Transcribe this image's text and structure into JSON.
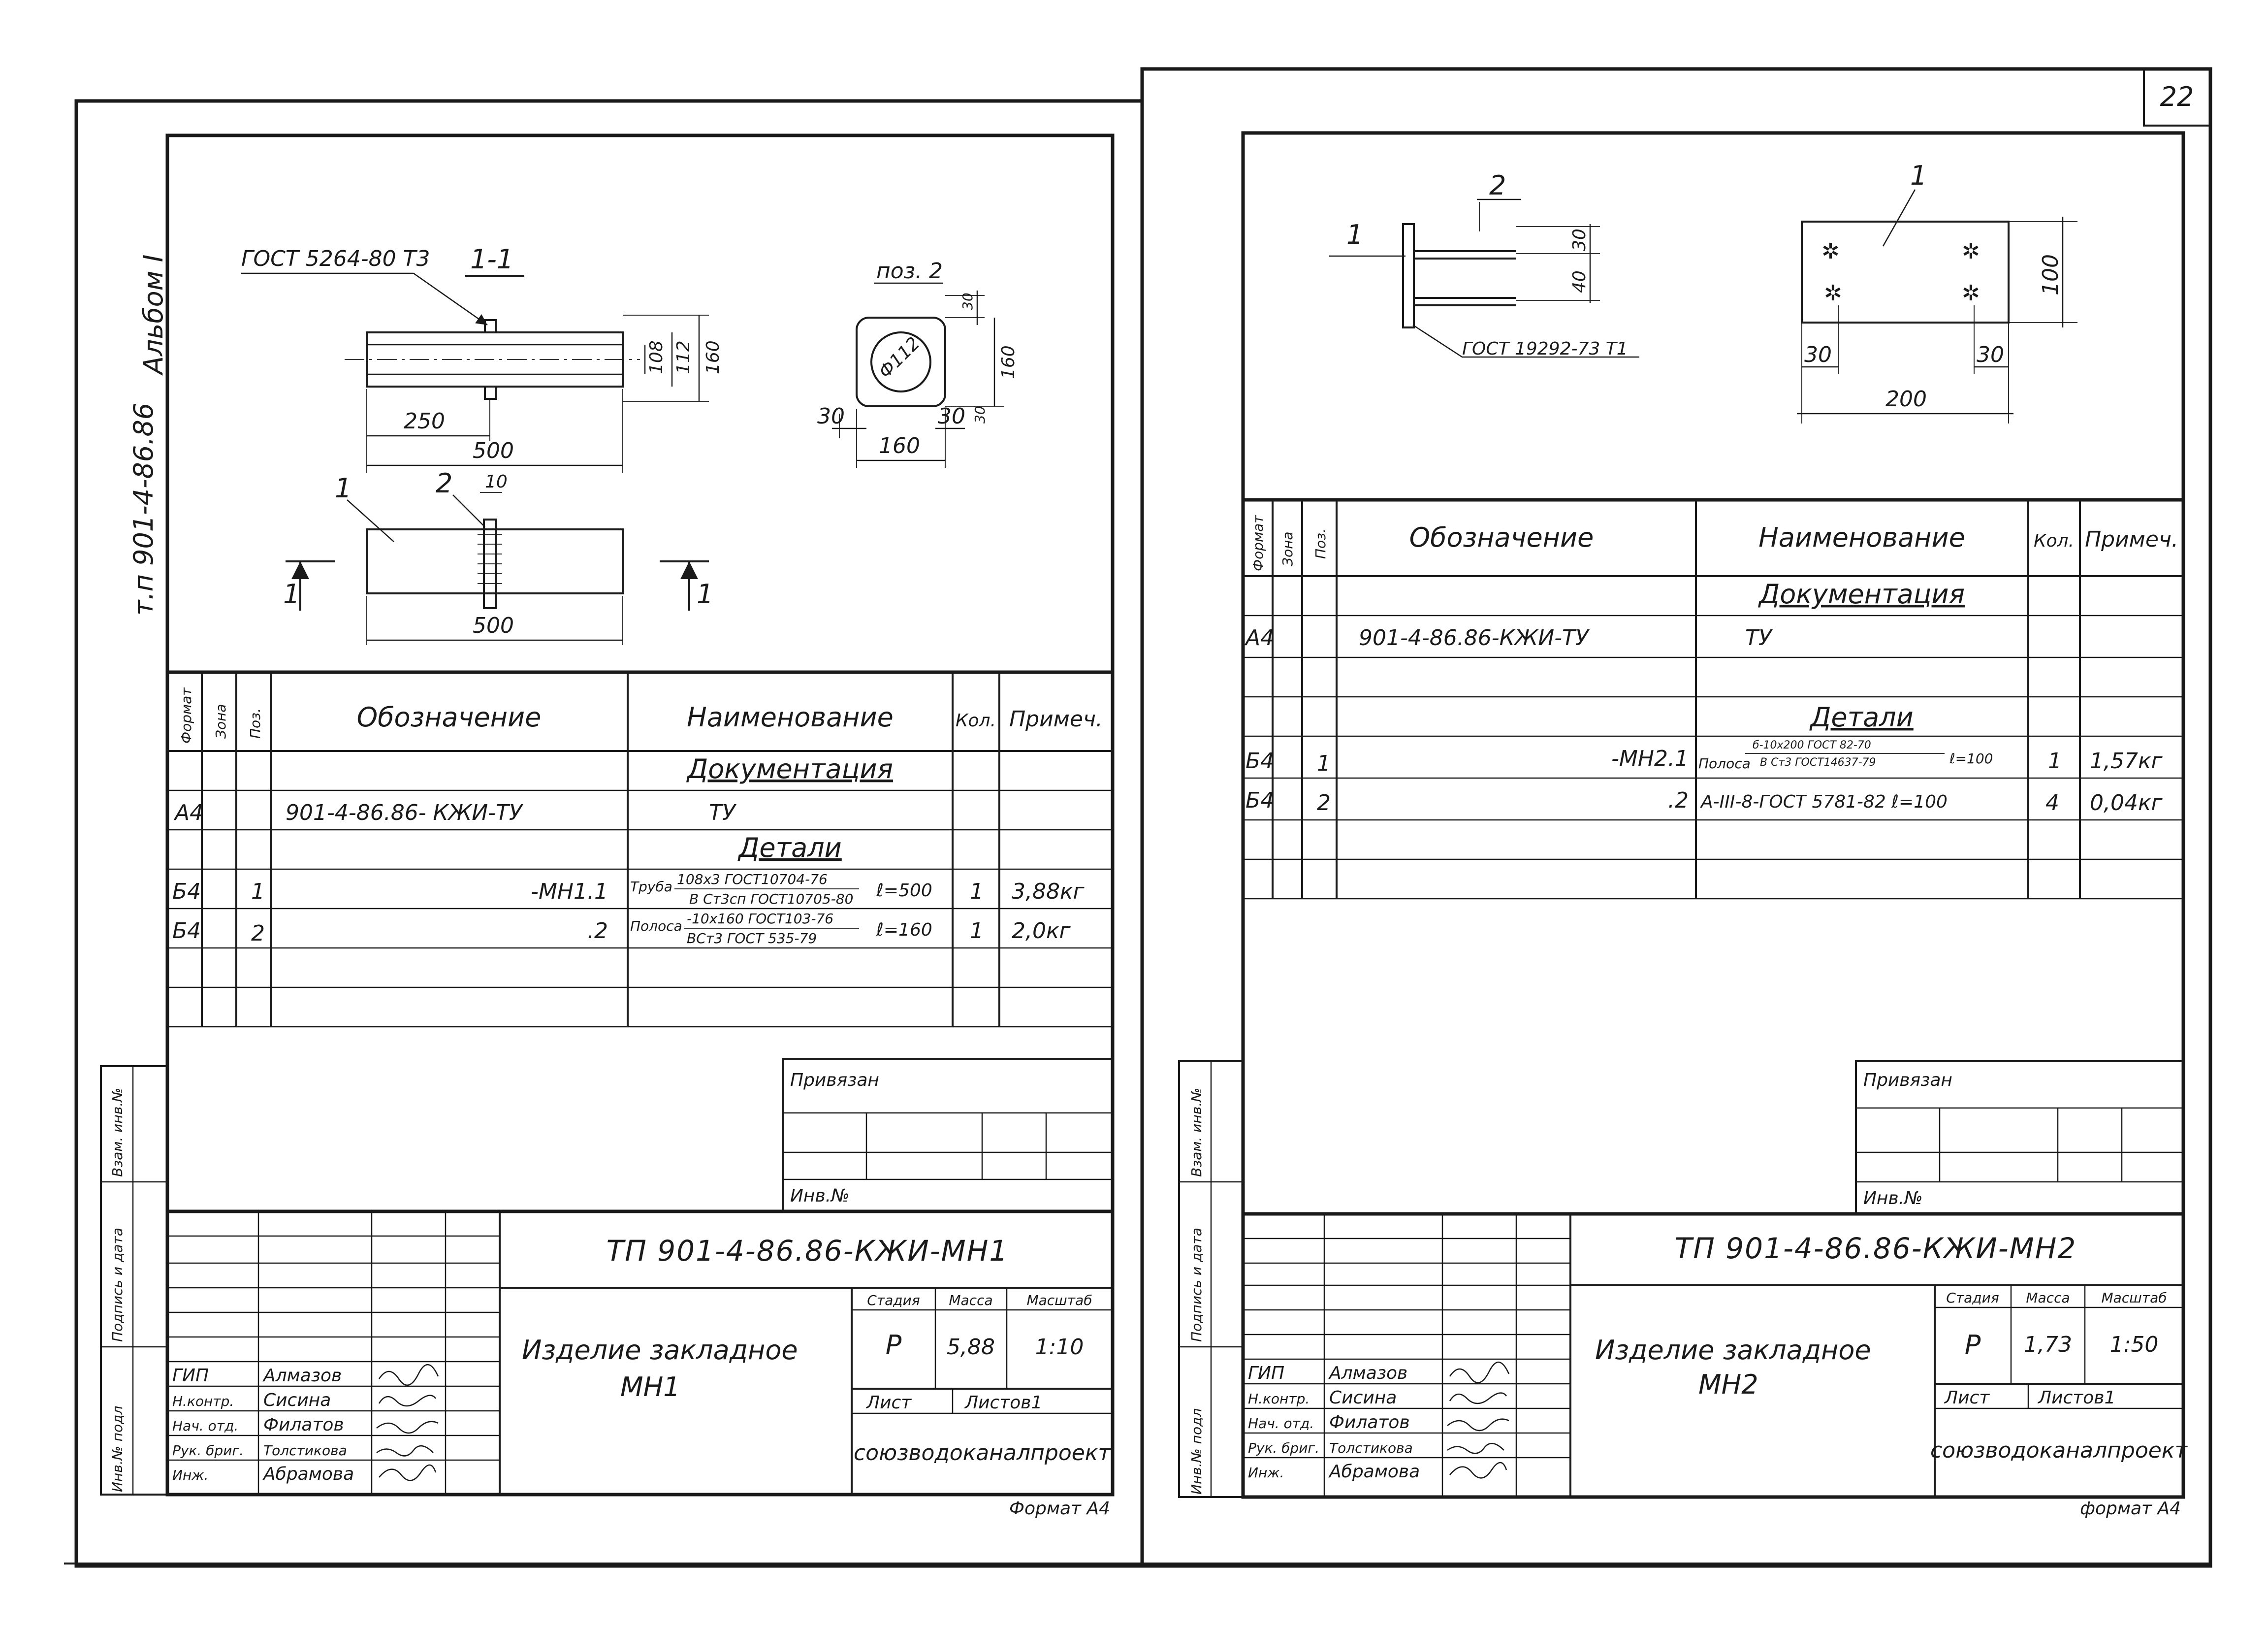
{
  "page_number": "22",
  "album_label": "Альбом I",
  "side_code": "т.п 901-4-86.86",
  "side_stamps": [
    "Инв.№ подл",
    "Подпись и дата",
    "Взам. инв.№"
  ],
  "sheet_left": {
    "section_label": "1-1",
    "gost_weld": "ГОСТ 5264-80 Т3",
    "pos2_label": "поз. 2",
    "pipe_diameter": "Ф112",
    "dims": {
      "d108": "108",
      "d112": "112",
      "d160": "160",
      "d250": "250",
      "d500a": "500",
      "d10": "10",
      "d500b": "500",
      "p30a": "30",
      "p160h": "160",
      "p30b": "30",
      "p30c": "30",
      "p160w": "160",
      "p30d": "30"
    },
    "callouts": {
      "c1": "1",
      "c2": "2",
      "sec1": "1",
      "sec2": "1"
    },
    "table": {
      "headers": {
        "format": "Формат",
        "zone": "Зона",
        "pos": "Поз.",
        "designation": "Обозначение",
        "name": "Наименование",
        "qty": "Кол.",
        "note": "Примеч."
      },
      "section_docs": "Документация",
      "section_details": "Детали",
      "rows": [
        {
          "format": "А4",
          "pos": "",
          "designation": "901-4-86.86- КЖИ-ТУ",
          "name_top": "",
          "name_bottom": "",
          "name": "ТУ",
          "len": "",
          "qty": "",
          "note": ""
        },
        {
          "format": "Б4",
          "pos": "1",
          "designation": "-МН1.1",
          "name_prefix": "Труба",
          "name_top": "108х3 ГОСТ10704-76",
          "name_bottom": "В Ст3сп ГОСТ10705-80",
          "len": "ℓ=500",
          "qty": "1",
          "note": "3,88кг"
        },
        {
          "format": "Б4",
          "pos": "2",
          "designation": ".2",
          "name_prefix": "Полоса",
          "name_top": "-10х160 ГОСТ103-76",
          "name_bottom": "ВСт3 ГОСТ 535-79",
          "len": "ℓ=160",
          "qty": "1",
          "note": "2,0кг"
        }
      ]
    },
    "stamp": {
      "privyazan": "Привязан",
      "inv_no": "Инв.№",
      "code": "ТП 901-4-86.86-КЖИ-МН1",
      "title_line1": "Изделие закладное",
      "title_line2": "МН1",
      "stage_h": "Стадия",
      "mass_h": "Масса",
      "scale_h": "Масштаб",
      "stage": "Р",
      "mass": "5,88",
      "scale": "1:10",
      "list_h": "Лист",
      "lists_h": "Листов1",
      "org": "союзводоканалпроект",
      "roles": [
        "ГИП",
        "Н.контр.",
        "Нач. отд.",
        "Рук. бриг.",
        "Инж."
      ],
      "names": [
        "Алмазов",
        "Сисина",
        "Филатов",
        "Толстикова",
        "Абрамова"
      ]
    },
    "format_label": "Формат А4"
  },
  "sheet_right": {
    "gost_weld": "ГОСТ 19292-73 Т1",
    "dims": {
      "r30": "30",
      "r40": "40",
      "r100": "100",
      "r30a": "30",
      "r30b": "30",
      "r200": "200"
    },
    "callouts": {
      "c1": "1",
      "c2": "2",
      "c3": "1"
    },
    "table": {
      "headers": {
        "format": "Формат",
        "zone": "Зона",
        "pos": "Поз.",
        "designation": "Обозначение",
        "name": "Наименование",
        "qty": "Кол.",
        "note": "Примеч."
      },
      "section_docs": "Документация",
      "section_details": "Детали",
      "rows": [
        {
          "format": "А4",
          "pos": "",
          "designation": "901-4-86.86-КЖИ-ТУ",
          "name": "ТУ",
          "qty": "",
          "note": ""
        },
        {
          "format": "Б4",
          "pos": "1",
          "designation": "-МН2.1",
          "name_prefix": "Полоса",
          "name_top": "б-10х200 ГОСТ 82-70",
          "name_bottom": "В Ст3 ГОСТ14637-79",
          "len": "ℓ=100",
          "qty": "1",
          "note": "1,57кг"
        },
        {
          "format": "Б4",
          "pos": "2",
          "designation": ".2",
          "name": "А-III-8-ГОСТ 5781-82 ℓ=100",
          "qty": "4",
          "note": "0,04кг"
        }
      ]
    },
    "stamp": {
      "privyazan": "Привязан",
      "inv_no": "Инв.№",
      "code": "ТП 901-4-86.86-КЖИ-МН2",
      "title_line1": "Изделие закладное",
      "title_line2": "МН2",
      "stage_h": "Стадия",
      "mass_h": "Масса",
      "scale_h": "Масштаб",
      "stage": "Р",
      "mass": "1,73",
      "scale": "1:50",
      "list_h": "Лист",
      "lists_h": "Листов1",
      "org": "союзводоканалпроект",
      "roles": [
        "ГИП",
        "Н.контр.",
        "Нач. отд.",
        "Рук. бриг.",
        "Инж."
      ],
      "names": [
        "Алмазов",
        "Сисина",
        "Филатов",
        "Толстикова",
        "Абрамова"
      ]
    },
    "format_label": "формат А4"
  }
}
